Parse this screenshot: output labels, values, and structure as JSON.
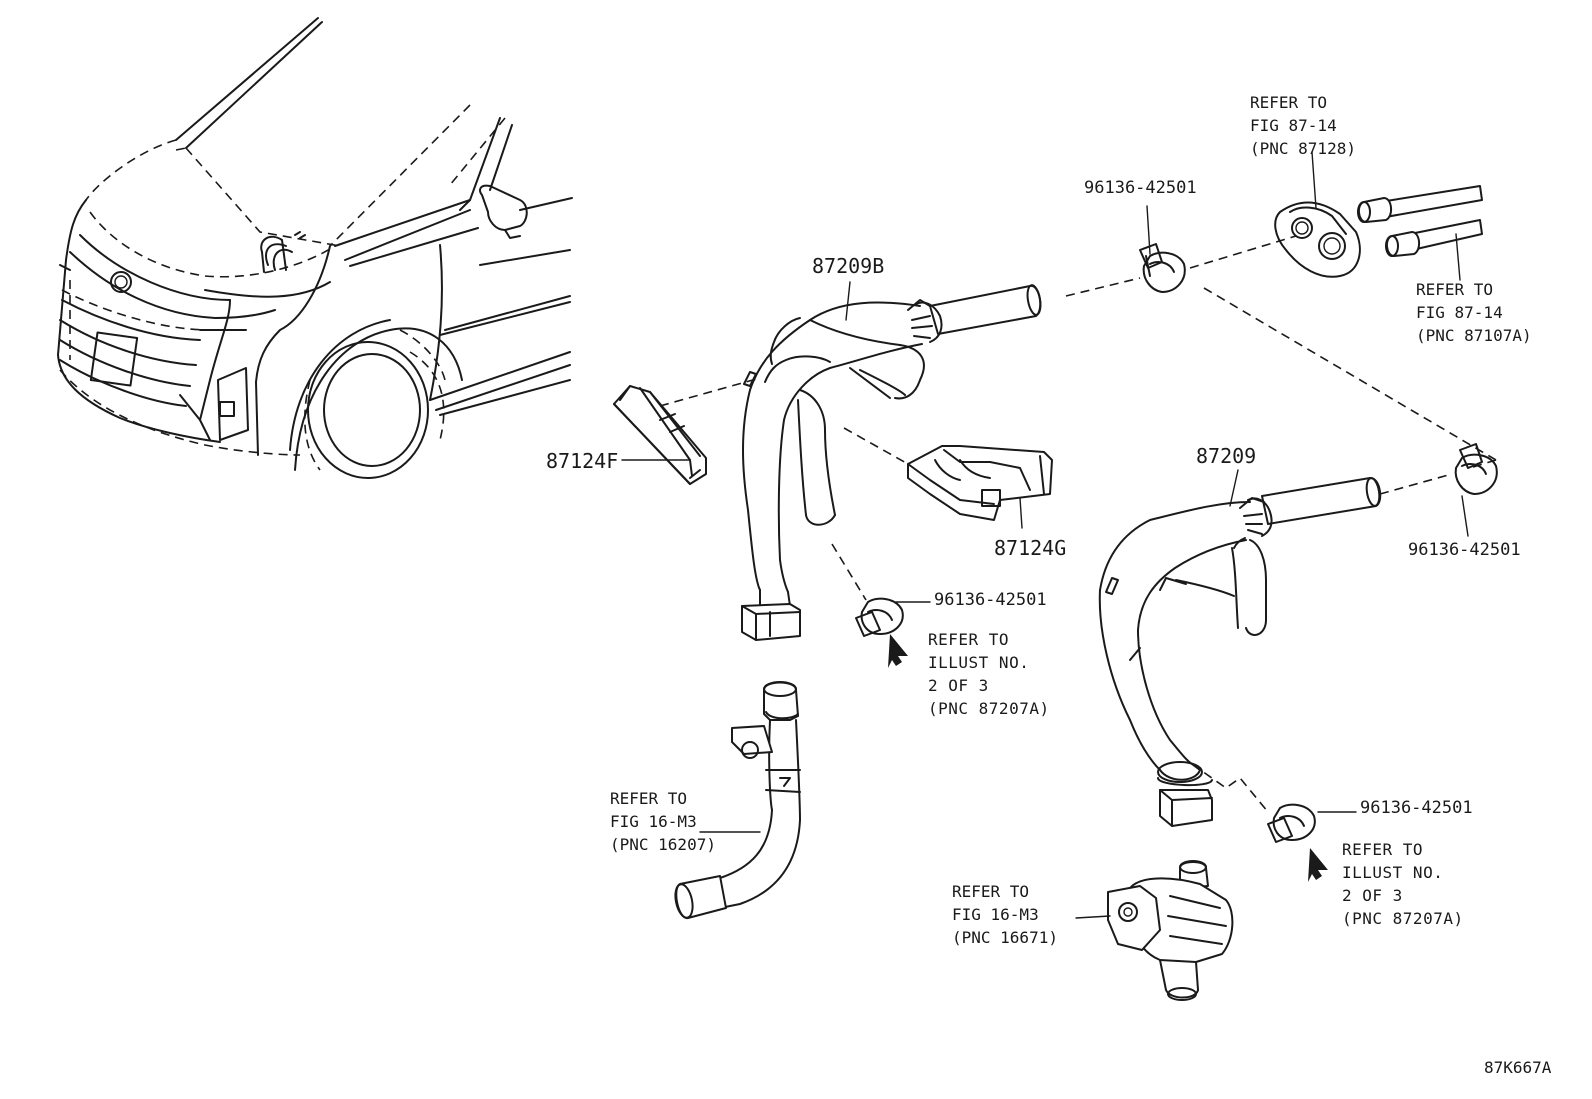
{
  "labels": {
    "hose_upper": "87209B",
    "hose_lower": "87209",
    "duct_left": "87124F",
    "duct_right": "87124G",
    "clip_top": "96136-42501",
    "clip_right": "96136-42501",
    "clip_center": "96136-42501",
    "clip_bottom_right": "96136-42501"
  },
  "references": {
    "grommet": "REFER TO\nFIG 87-14\n(PNC 87128)",
    "pipes": "REFER TO\nFIG 87-14\n(PNC 87107A)",
    "illust_center": "REFER TO\nILLUST NO.\n2 OF 3\n(PNC 87207A)",
    "illust_right": "REFER TO\nILLUST NO.\n2 OF 3\n(PNC 87207A)",
    "pipe_16207": "REFER TO\nFIG 16-M3\n(PNC 16207)",
    "pump_16671": "REFER TO\nFIG 16-M3\n(PNC 16671)"
  },
  "figure_code": "87K667A"
}
